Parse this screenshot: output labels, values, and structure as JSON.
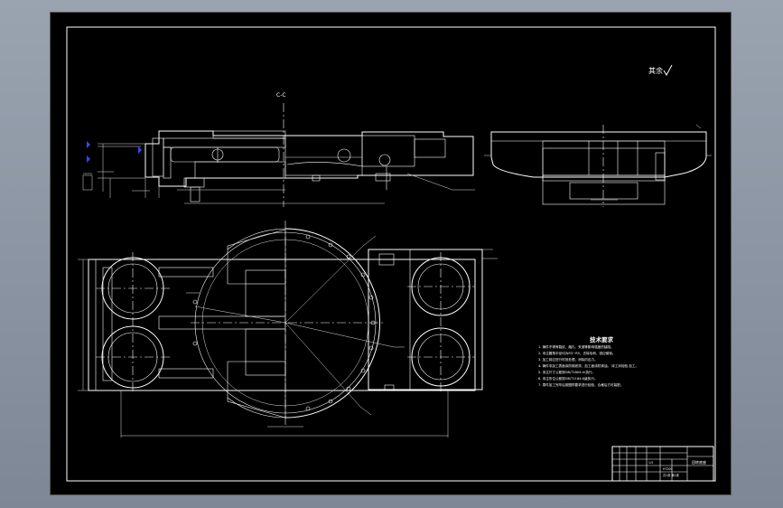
{
  "drawing": {
    "section_label": "C-C",
    "roughness_note": "其余",
    "tech_requirements": {
      "title": "技术要求",
      "items": [
        "1. 铸件不得有裂纹、缩孔、夹渣等影响强度的缺陷。",
        "2. 未注圆角半径均为R3~R5，去除毛刺、锐边倒钝。",
        "3. 加工前应进行时效处理，消除内应力。",
        "4. 铸件非加工表面涂防锈底漆，加工面涂防锈油。    待工序检验    加工。",
        "5. 未注尺寸公差按GB/T1804-m执行。",
        "6. 未注形位公差按GB/T1184-K级执行。",
        "7. 零件加工完毕后按图样要求进行检验，合格后方可装配。"
      ]
    },
    "title_block": {
      "drawing_name": "回转底座",
      "material": "HT200",
      "scale": "1:5",
      "sheet": "共1张 第1张"
    }
  },
  "colors": {
    "sheet_background": "#000000",
    "line": "#ffffff",
    "marker": "#2f4bff",
    "frame_background": "#8f98a6"
  }
}
